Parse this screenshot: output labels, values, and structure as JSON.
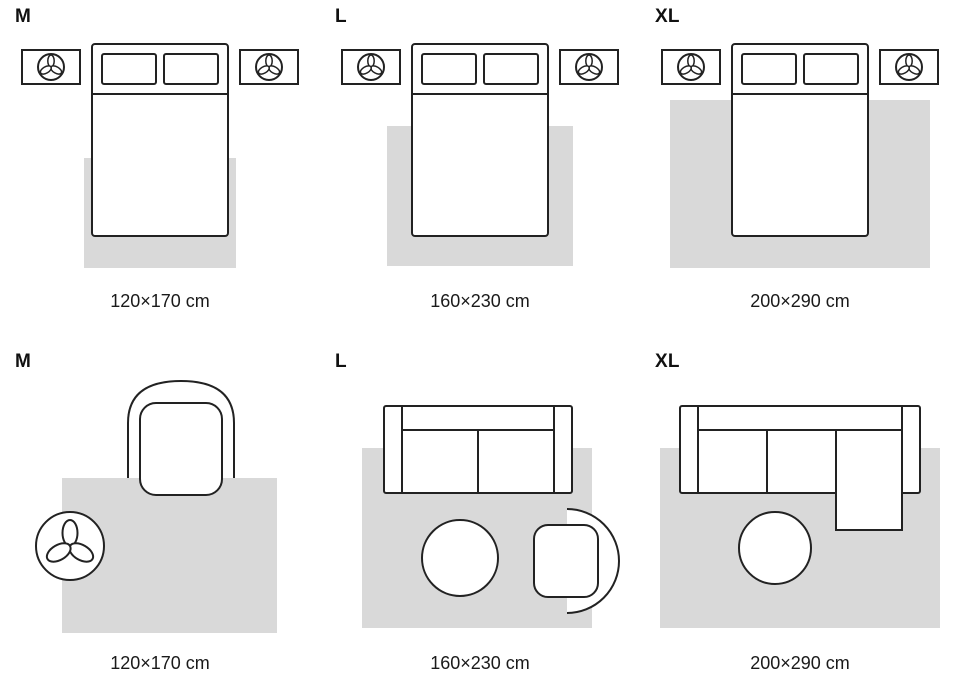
{
  "sections": [
    {
      "name": "bedroom-row",
      "panels": [
        {
          "size": "M",
          "dimension": "120×170 cm"
        },
        {
          "size": "L",
          "dimension": "160×230 cm"
        },
        {
          "size": "XL",
          "dimension": "200×290 cm"
        }
      ]
    },
    {
      "name": "living-room-row",
      "panels": [
        {
          "size": "M",
          "dimension": "120×170 cm"
        },
        {
          "size": "L",
          "dimension": "160×230 cm"
        },
        {
          "size": "XL",
          "dimension": "200×290 cm"
        }
      ]
    }
  ],
  "colors": {
    "rug": "#d9d9d9",
    "outline": "#222222",
    "background": "#ffffff"
  },
  "icons": {
    "nightstand_decor": "plant-icon",
    "side_table_decor": "plant-icon"
  }
}
